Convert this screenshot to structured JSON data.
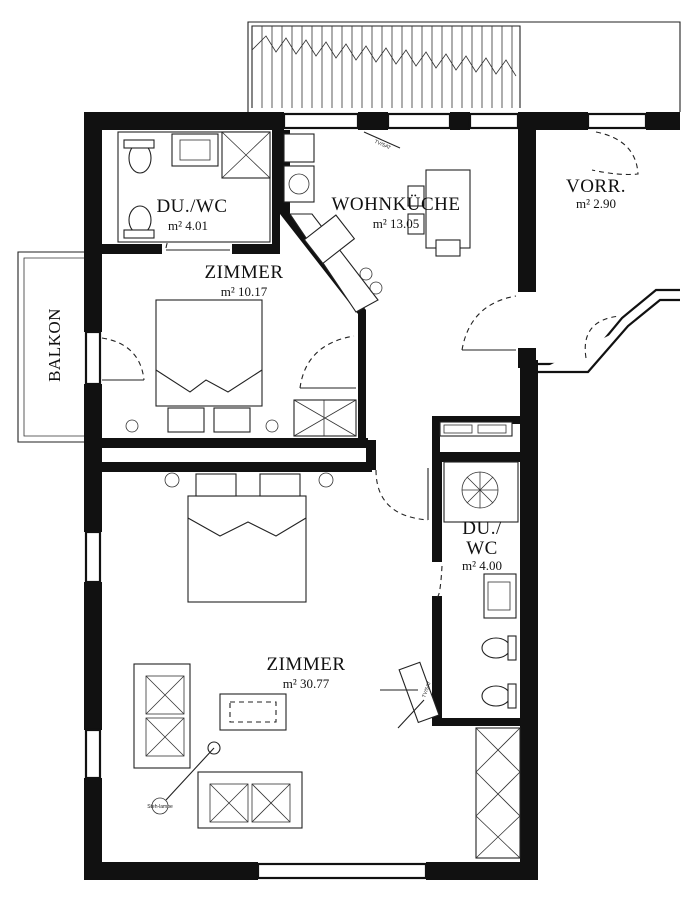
{
  "rooms": {
    "bath_top": {
      "name": "DU./WC",
      "area": "m² 4.01"
    },
    "zimmer_top": {
      "name": "ZIMMER",
      "area": "m² 10.17"
    },
    "wohnkueche": {
      "name": "WOHNKÜCHE",
      "area": "m² 13.05"
    },
    "vorr": {
      "name": "VORR.",
      "area": "m² 2.90"
    },
    "bath_right": {
      "name_line1": "DU./",
      "name_line2": "WC",
      "area": "m² 4.00"
    },
    "zimmer_big": {
      "name": "ZIMMER",
      "area": "m² 30.77"
    }
  },
  "balkon": {
    "label": "BALKON"
  },
  "labels": {
    "tv_sat_top": "TV/SAT",
    "tv_sat_bottom": "TV/SAT",
    "lamp": "Steh-lampe"
  },
  "colors": {
    "wall": "#111111",
    "background": "#ffffff"
  }
}
